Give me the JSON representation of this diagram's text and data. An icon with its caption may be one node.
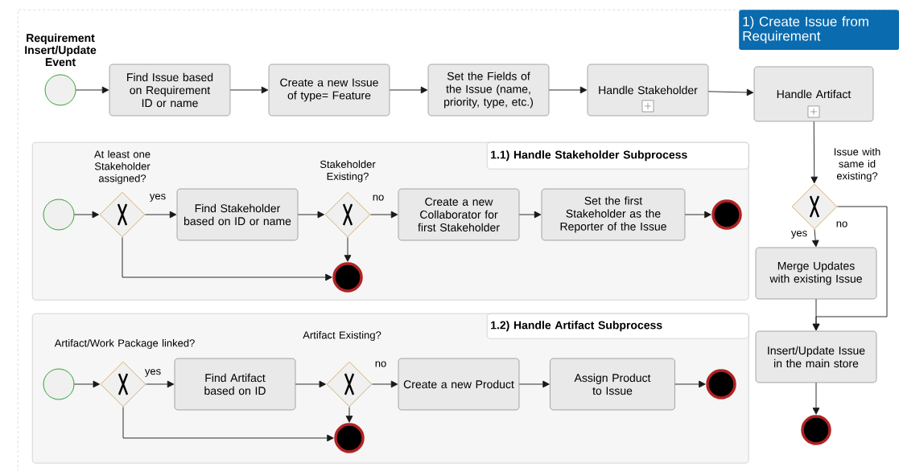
{
  "diagram": {
    "nodes": [
      {
        "text": [
          "1) Create Issue from Requirement"
        ]
      },
      {
        "text": [],
        "shape": "circle",
        "beside": [
          "Requirement Insert/Update Event"
        ],
        "in": 0
      },
      {
        "text": [
          "Find Issue based on Requirement ID or name"
        ],
        "in": 0
      },
      {
        "text": [
          "Create a new Issue of type= Feature"
        ],
        "in": 0
      },
      {
        "text": [
          "Set the Fields of the Issue (name, priority, type, etc.)"
        ],
        "in": 0
      },
      {
        "text": [
          "Handle Stakeholder"
        ],
        "in": 0
      },
      {
        "text": [
          "Handle Artifact"
        ],
        "in": 0
      },
      {
        "text": [],
        "shape": "diamond",
        "beside": [
          "Issue with same id existing?"
        ],
        "in": 0
      },
      {
        "text": [
          "Merge Updates with existing Issue"
        ],
        "in": 0
      },
      {
        "text": [
          "Insert/Update Issue in the main store"
        ],
        "in": 0
      },
      {
        "text": [],
        "shape": "bullseye",
        "in": 0
      },
      {
        "text": [
          "1.1) Handle Stakeholder Subprocess"
        ],
        "in": 0
      },
      {
        "text": [],
        "shape": "circle",
        "in": 11
      },
      {
        "text": [],
        "shape": "diamond",
        "beside": [
          "At least one Stakeholder assigned?"
        ],
        "in": 11
      },
      {
        "text": [
          "Find Stakeholder based on ID or name"
        ],
        "in": 11
      },
      {
        "text": [],
        "shape": "diamond",
        "beside": [
          "Stakeholder Existing?"
        ],
        "in": 11
      },
      {
        "text": [
          "Create a new Collaborator for first Stakeholder"
        ],
        "in": 11
      },
      {
        "text": [
          "Set the first Stakeholder as the Reporter of the Issue"
        ],
        "in": 11
      },
      {
        "text": [],
        "shape": "bullseye",
        "in": 11
      },
      {
        "text": [],
        "shape": "bullseye",
        "in": 11
      },
      {
        "text": [
          "1.2) Handle Artifact Subprocess"
        ],
        "in": 0
      },
      {
        "text": [],
        "shape": "circle",
        "in": 20
      },
      {
        "text": [],
        "shape": "diamond",
        "beside": [
          "Artifact/Work Package linked?"
        ],
        "in": 20
      },
      {
        "text": [
          "Find Artifact based on ID"
        ],
        "in": 20
      },
      {
        "text": [],
        "shape": "diamond",
        "beside": [
          "Artifact Existing?"
        ],
        "in": 20
      },
      {
        "text": [
          "Create a new Product"
        ],
        "in": 20
      },
      {
        "text": [
          "Assign Product to Issue"
        ],
        "in": 20
      },
      {
        "text": [],
        "shape": "bullseye",
        "in": 20
      },
      {
        "text": [],
        "shape": "bullseye",
        "in": 20
      }
    ],
    "edges": [
      {
        "from": 1,
        "to": 2,
        "arrow": "to"
      },
      {
        "from": 2,
        "to": 3,
        "arrow": "to"
      },
      {
        "from": 3,
        "to": 4,
        "arrow": "to"
      },
      {
        "from": 4,
        "to": 5,
        "arrow": "to"
      },
      {
        "from": 5,
        "to": 6,
        "arrow": "to"
      },
      {
        "from": 6,
        "to": 7,
        "arrow": "to"
      },
      {
        "from": 7,
        "to": 8,
        "arrow": "to",
        "label": "yes"
      },
      {
        "from": 7,
        "to": 9,
        "arrow": "to",
        "label": "no"
      },
      {
        "from": 8,
        "to": 9,
        "arrow": "to"
      },
      {
        "from": 9,
        "to": 10,
        "arrow": "to"
      },
      {
        "from": 12,
        "to": 13,
        "arrow": "to"
      },
      {
        "from": 13,
        "to": 14,
        "arrow": "to",
        "label": "yes"
      },
      {
        "from": 14,
        "to": 15,
        "arrow": "to"
      },
      {
        "from": 15,
        "to": 16,
        "arrow": "to",
        "label": "no"
      },
      {
        "from": 16,
        "to": 17,
        "arrow": "to"
      },
      {
        "from": 17,
        "to": 18,
        "arrow": "to"
      },
      {
        "from": 15,
        "to": 19,
        "arrow": "to"
      },
      {
        "from": 13,
        "to": 19,
        "arrow": "to"
      },
      {
        "from": 21,
        "to": 22,
        "arrow": "to"
      },
      {
        "from": 22,
        "to": 23,
        "arrow": "to",
        "label": "yes"
      },
      {
        "from": 23,
        "to": 24,
        "arrow": "to"
      },
      {
        "from": 24,
        "to": 25,
        "arrow": "to",
        "label": "no"
      },
      {
        "from": 25,
        "to": 26,
        "arrow": "to"
      },
      {
        "from": 26,
        "to": 27,
        "arrow": "to"
      },
      {
        "from": 24,
        "to": 28,
        "arrow": "to"
      },
      {
        "from": 22,
        "to": 28,
        "arrow": "to"
      }
    ]
  }
}
